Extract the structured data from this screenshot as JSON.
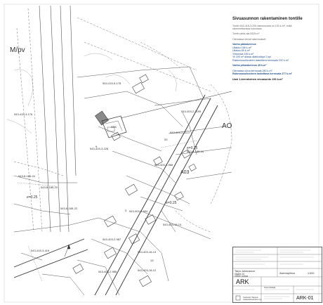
{
  "map_labels": {
    "mpv": "M/pv",
    "ao": "AO",
    "a03": "A03",
    "eff_1": "e=0.25",
    "eff_2": "e=0.25",
    "eff_3": "e=0.25",
    "ark_small": "ARK",
    "parcels": [
      "543-415-5-178",
      "543-415-3-176",
      "543-415-3-228",
      "543-403-2-1199",
      "543-403-2-1113",
      "543-8-185-24",
      "543-8-185-24",
      "543-8-185-23",
      "543-403-2-968",
      "543-403-2-694",
      "543-403-18-14",
      "543-403-2-987",
      "543-403-18-13",
      "543-415-3-419",
      "543-403-2-988",
      "543-403-18-12",
      "543-8-185-22"
    ],
    "numbers": [
      "53",
      "3",
      "13",
      "9"
    ]
  },
  "note": {
    "title": "Sivuasunnon rakentaminen tontille",
    "lines": [
      {
        "style": "gray",
        "text": "Tontin 543-415-3-205 rakennusala on 100 k-m², mikä"
      },
      {
        "style": "gray",
        "text": "rakennettavissa kokonaan"
      },
      {
        "style": "gap"
      },
      {
        "style": "gray",
        "text": "Tontin pinta-ala 5325 m²"
      },
      {
        "style": "gap"
      },
      {
        "style": "gray",
        "text": "Olemassa olevat rakennukset:"
      },
      {
        "style": "gap"
      },
      {
        "style": "bold",
        "text": "Vanha päärakennus"
      },
      {
        "style": "blue",
        "text": "Ullakko 166 k-m²"
      },
      {
        "style": "blue",
        "text": "Ullakko 89 k-m²"
      },
      {
        "style": "blue",
        "text": "Yhteensä 235 k-m²"
      },
      {
        "style": "blue",
        "text": "Yli 200 m² alasta ullakkotiloja 2 kpl"
      },
      {
        "style": "blue",
        "text": "Rakennusoikeuteen laskettava kerrosala 232 k-m²"
      },
      {
        "style": "gap"
      },
      {
        "style": "bold",
        "text": "Vanha piharakennus 45 k-m²"
      },
      {
        "style": "gap"
      },
      {
        "style": "blue",
        "text": "Olemassa oleva kerrosala 280 k-m²"
      },
      {
        "style": "bold",
        "text": "Rakennusoikeuteen laskettava kerrosala 277 k-m²"
      },
      {
        "style": "gap"
      },
      {
        "style": "black",
        "text": "Uusi 1-kerroksinen sivuasunto 100 k-m²"
      }
    ]
  },
  "title_block": {
    "owner_name": "Tarja Johansson",
    "owner_address_1": "Vikarin 10",
    "owner_address_2": "25350 Lieksa",
    "drawing_type": "ARK",
    "drawing_title": "Asemapiirros",
    "scale": "1:500",
    "sheet_number": "ARK-01",
    "designer_label": "Suunnittelija",
    "company_1": "Insinööri Tarja E.",
    "company_2": "Insinööritoimisto Oy"
  },
  "colors": {
    "line": "#555555",
    "road": "#333333",
    "note_blue": "#1f4e8c",
    "building_fill": "#8a8a8a",
    "dashed": "#777777"
  }
}
